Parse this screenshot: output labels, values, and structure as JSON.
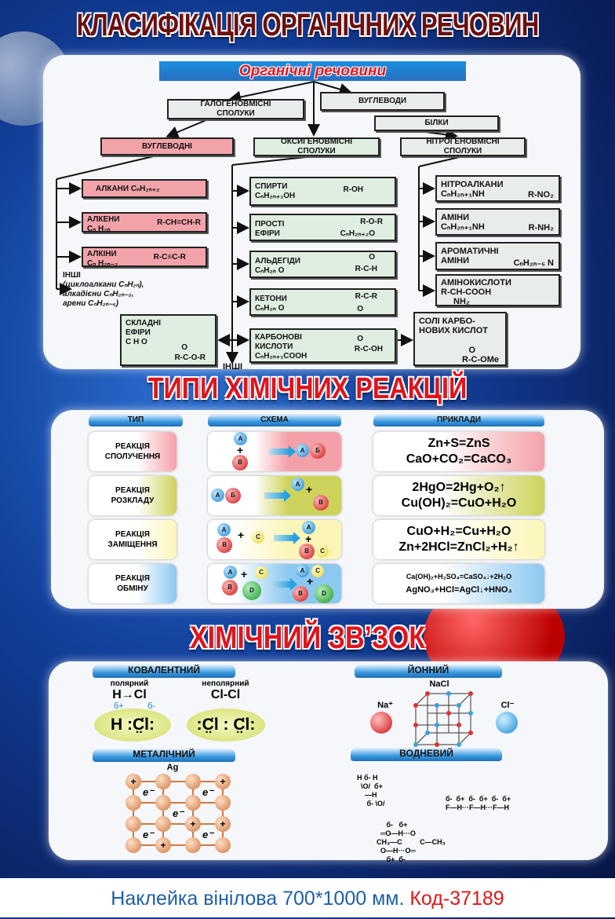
{
  "titles": {
    "main": "КЛАСИФІКАЦІЯ ОРГАНІЧНИХ РЕЧОВИН",
    "reactions": "ТИПИ ХІМІЧНИХ РЕАКЦІЙ",
    "bond": "ХІМІЧНИЙ ЗВ’ЗОК"
  },
  "organic": {
    "header": "Органічні речовини",
    "halogen": "ГАЛОГЕНОВМІСНІ СПОЛУКИ",
    "carbohydrates": "ВУГЛЕВОДИ",
    "proteins": "БІЛКИ",
    "hydrocarbons": "ВУГЛЕВОДНІ",
    "oxygen": "ОКСИГЕНОВМІСНІ СПОЛУКИ",
    "nitrogen": "НІТРОГЕНОВМІСНІ СПОЛУКИ",
    "alkanes": {
      "name": "АЛКАНИ",
      "formula": "CₙH₂ₙ₊₂"
    },
    "alkenes": {
      "name": "АЛКЕНИ",
      "formula": "Cₙ H₂ₙ",
      "struct": "R-CH=CH-R"
    },
    "alkynes": {
      "name": "АЛКІНИ",
      "formula": "Cₙ H₂ₙ₋₂",
      "struct": "R-C≡C-R"
    },
    "others": {
      "title": "ІНШІ",
      "l1": "(циклоалкани CₙH₂ₙ),",
      "l2": "алкадієни CₙH₂ₙ₋₂,",
      "l3": "арени  CₙH₂ₙ₋₆)"
    },
    "alcohols": {
      "name": "СПИРТИ",
      "formula": "CₙH₂ₙ₊₁OH",
      "struct": "R-OH"
    },
    "ethers": {
      "name": "ПРОСТІ ЕФІРИ",
      "formula": "CₙH₂ₙ₊₂O",
      "struct": "R-O-R"
    },
    "aldehydes": {
      "name": "АЛЬДЕГІДИ",
      "formula": "CₙH₂ₙ O",
      "struct": "R-C-H",
      "top": "O"
    },
    "ketones": {
      "name": "КЕТОНИ",
      "formula": "CₙH₂ₙ O",
      "struct": "R-C-R",
      "bottom": "O"
    },
    "acids": {
      "name": "КАРБОНОВІ КИСЛОТИ",
      "formula": "CₙH₂ₙ₊₁COOH",
      "struct": "R-C-OH",
      "top": "O"
    },
    "esters": {
      "name": "СКЛАДНІ ЕФІРИ",
      "formula": "C H O",
      "struct": "R-C-O-R",
      "top": "O"
    },
    "salts": {
      "name": "СОЛІ КАРБО-НОВИХ КИСЛОТ",
      "struct": "R-C-OMe",
      "top": "O"
    },
    "nitroalkanes": {
      "name": "НІТРОАЛКАНИ",
      "formula": "CₙH₂ₙ₊₁NH",
      "struct": "R-NO₂"
    },
    "amines": {
      "name": "АМІНИ",
      "formula": "CₙH₂ₙ₊₁NH",
      "struct": "R-NH₂"
    },
    "aromatic": {
      "name": "АРОМАТИЧНІ АМІНИ",
      "formula": "CₙH₂ₙ₋₅ N"
    },
    "aminoacids": {
      "name": "АМІНОКИСЛОТИ",
      "struct": "R-CH-COOH",
      "sub": "NH₂"
    },
    "others_bottom": "ІНШІ"
  },
  "reactions": {
    "headers": [
      "ТИП",
      "СХЕМА",
      "ПРИКЛАДИ"
    ],
    "rows": [
      {
        "type": "РЕАКЦІЯ СПОЛУЧЕННЯ",
        "ex1": "Zn+S=ZnS",
        "ex2": "CaO+CO₂=CaCO₃",
        "color": "#f4a0a8"
      },
      {
        "type": "РЕАКЦІЯ РОЗКЛАДУ",
        "ex1": "2HgO=2Hg+O₂↑",
        "ex2": "Cu(OH)₂=CuO+H₂O",
        "color": "#cdd35a"
      },
      {
        "type": "РЕАКЦІЯ ЗАМІЩЕННЯ",
        "ex1": "CuO+H₂=Cu+H₂O",
        "ex2": "Zn+2HCl=ZnCl₂+H₂↑",
        "color": "#fbf6b8"
      },
      {
        "type": "РЕАКЦІЯ ОБМІНУ",
        "ex1": "Ca(OH)₂+H₂SO₄=CaSO₄↓+2H₂O",
        "ex2": "AgNO₃+HCl=AgCl↓+HNO₃",
        "color": "#8cc8f0"
      }
    ],
    "atoms": {
      "a": "A",
      "b": "B",
      "bb": "Б",
      "c": "C",
      "d": "D"
    }
  },
  "bonds": {
    "covalent": "КОВАЛЕНТНИЙ",
    "polar": "полярний",
    "polar_formula": "H→Cl",
    "nonpolar": "неполярний",
    "nonpolar_formula": "Cl-Cl",
    "polar_lewis": "H :C̤̈l:",
    "nonpolar_lewis": ":C̤̈l : C̤̈l:",
    "delta_plus": "б+",
    "delta_minus": "б-",
    "ionic": "ЙОННИЙ",
    "nacl": "NaCl",
    "na": "Na⁺",
    "cl": "Cl⁻",
    "metallic": "МЕТАЛІЧНИЙ",
    "ag": "Ag",
    "electron": "e⁻",
    "cation": "+",
    "hydrogen": "ВОДНЕВИЙ",
    "water": "H б- H\n  \\O/  б+\n    —H\n     б- \\O/",
    "hf": "б-  б+  б-  б+  б-  б+\nF—H···F—H···F—H",
    "acetic": "     б-   б+\n  ═O—H···O\nCH₃—C         C—CH₃\n  O—H···O═\n     б+  б-"
  },
  "footer": {
    "text": "Наклейка вінілова 700*1000 мм.",
    "code": "Код-37189"
  }
}
